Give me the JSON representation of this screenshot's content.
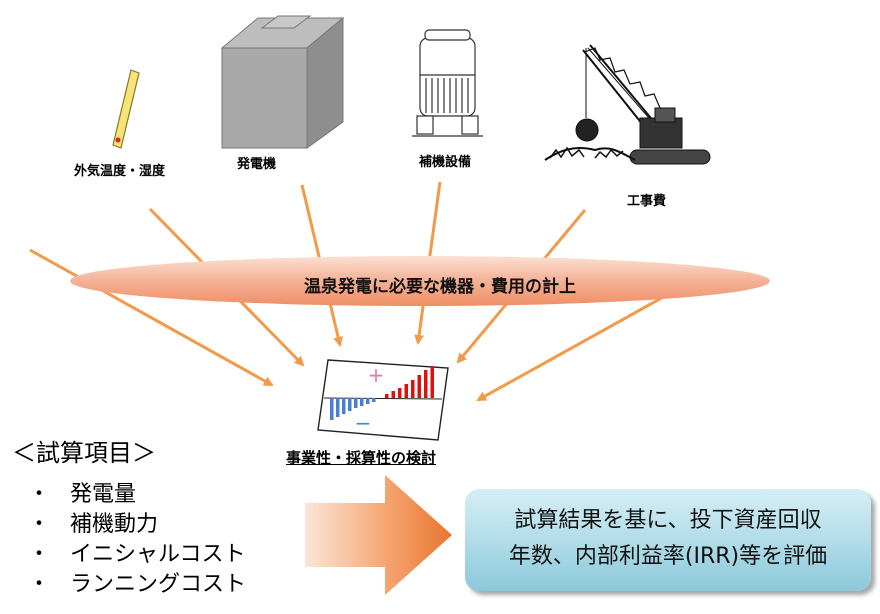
{
  "icons": {
    "outside_air": "外気温度・湿度",
    "generator": "発電機",
    "aux_equipment": "補機設備",
    "construction": "工事費"
  },
  "ellipse_text": "温泉発電に必要な機器・費用の計上",
  "chart_signs": {
    "plus": "+",
    "minus": "−"
  },
  "study_label": "事業性・採算性の検討",
  "items": {
    "title": "＜試算項目＞",
    "bullet": "・",
    "list": [
      "発電量",
      "補機動力",
      "イニシャルコスト",
      "ランニングコスト"
    ]
  },
  "result": {
    "line1": "試算結果を基に、投下資産回収",
    "line2": "年数、内部利益率(IRR)等を評価"
  },
  "colors": {
    "arrow": "#f39a4a",
    "big_arrow": "#f08a3c",
    "ellipse": "#f2a07a",
    "bar_negative": "#4a7fd0",
    "bar_positive": "#e01010",
    "result_box": "#aedbe7"
  }
}
